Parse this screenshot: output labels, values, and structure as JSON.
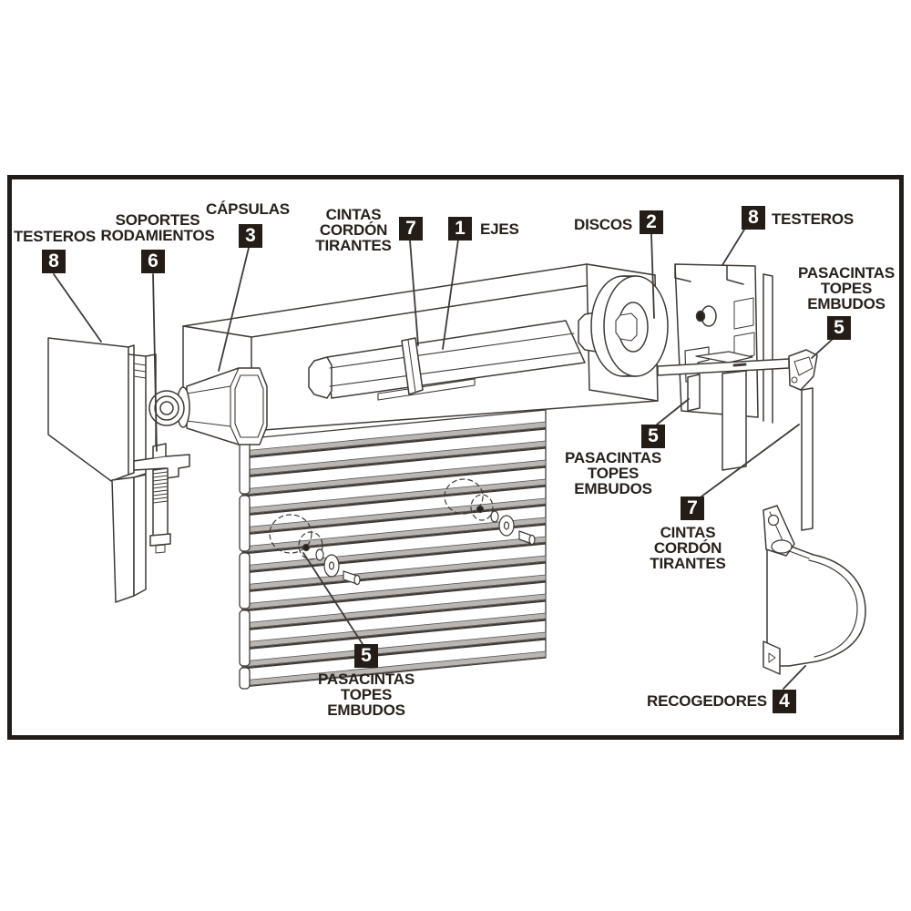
{
  "figure": {
    "type": "exploded-parts-diagram",
    "subject": "Componentes de persiana enrollable",
    "background": "#ffffff",
    "border_color": "#221c18",
    "line_color": "#3f3a36",
    "label_color": "#27211c",
    "badge_bg": "#241d17",
    "badge_fg": "#ffffff",
    "slat_strip_fill": "#b9b6b3"
  },
  "callouts": {
    "testeros_left": {
      "num": "8",
      "text": "TESTEROS"
    },
    "soportes": {
      "num": "6",
      "text": "SOPORTES\nRODAMIENTOS"
    },
    "capsulas": {
      "num": "3",
      "text": "CÁPSULAS"
    },
    "cintas_top": {
      "num": "7",
      "text": "CINTAS\nCORDÓN\nTIRANTES"
    },
    "ejes": {
      "num": "1",
      "text": "EJES"
    },
    "discos": {
      "num": "2",
      "text": "DISCOS"
    },
    "testeros_right": {
      "num": "8",
      "text": "TESTEROS"
    },
    "pasacintas_right": {
      "num": "5",
      "text": "PASACINTAS\nTOPES\nEMBUDOS"
    },
    "pasacintas_mid": {
      "num": "5",
      "text": "PASACINTAS\nTOPES\nEMBUDOS"
    },
    "cintas_mid": {
      "num": "7",
      "text": "CINTAS\nCORDÓN\nTIRANTES"
    },
    "pasacintas_bottom": {
      "num": "5",
      "text": "PASACINTAS\nTOPES\nEMBUDOS"
    },
    "recogedores": {
      "num": "4",
      "text": "RECOGEDORES"
    }
  }
}
